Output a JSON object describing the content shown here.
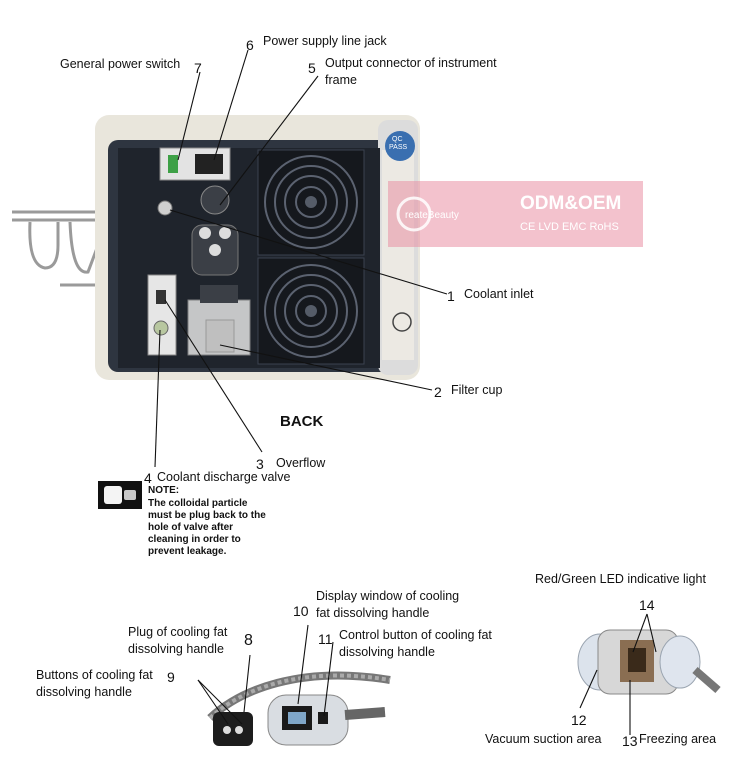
{
  "view_label": "BACK",
  "machine_badge": {
    "line1": "QC",
    "line2": "PASS"
  },
  "watermark": {
    "brand": "ODM&OEM",
    "certs": "CE LVD EMC RoHS",
    "logo_text": "reateBeauty"
  },
  "callouts": [
    {
      "num": "1",
      "label": "Coolant inlet"
    },
    {
      "num": "2",
      "label": "Filter cup"
    },
    {
      "num": "3",
      "label": "Overflow"
    },
    {
      "num": "4",
      "label": "Coolant discharge valve"
    },
    {
      "num": "5",
      "label": "Output connector of instrument frame"
    },
    {
      "num": "6",
      "label": "Power supply line jack"
    },
    {
      "num": "7",
      "label": "General power switch"
    },
    {
      "num": "8",
      "label": "Plug of cooling fat dissolving handle"
    },
    {
      "num": "9",
      "label": "Buttons of cooling fat dissolving handle"
    },
    {
      "num": "10",
      "label": "Display window of cooling fat dissolving handle"
    },
    {
      "num": "11",
      "label": "Control button of cooling fat dissolving handle"
    },
    {
      "num": "12",
      "label": "Vacuum suction area"
    },
    {
      "num": "13",
      "label": "Freezing area"
    },
    {
      "num": "14",
      "label": "Red/Green LED indicative light"
    }
  ],
  "note": {
    "title": "NOTE:",
    "text": "The colloidal particle must be plug back to the hole of valve after cleaning in order to prevent leakage."
  }
}
